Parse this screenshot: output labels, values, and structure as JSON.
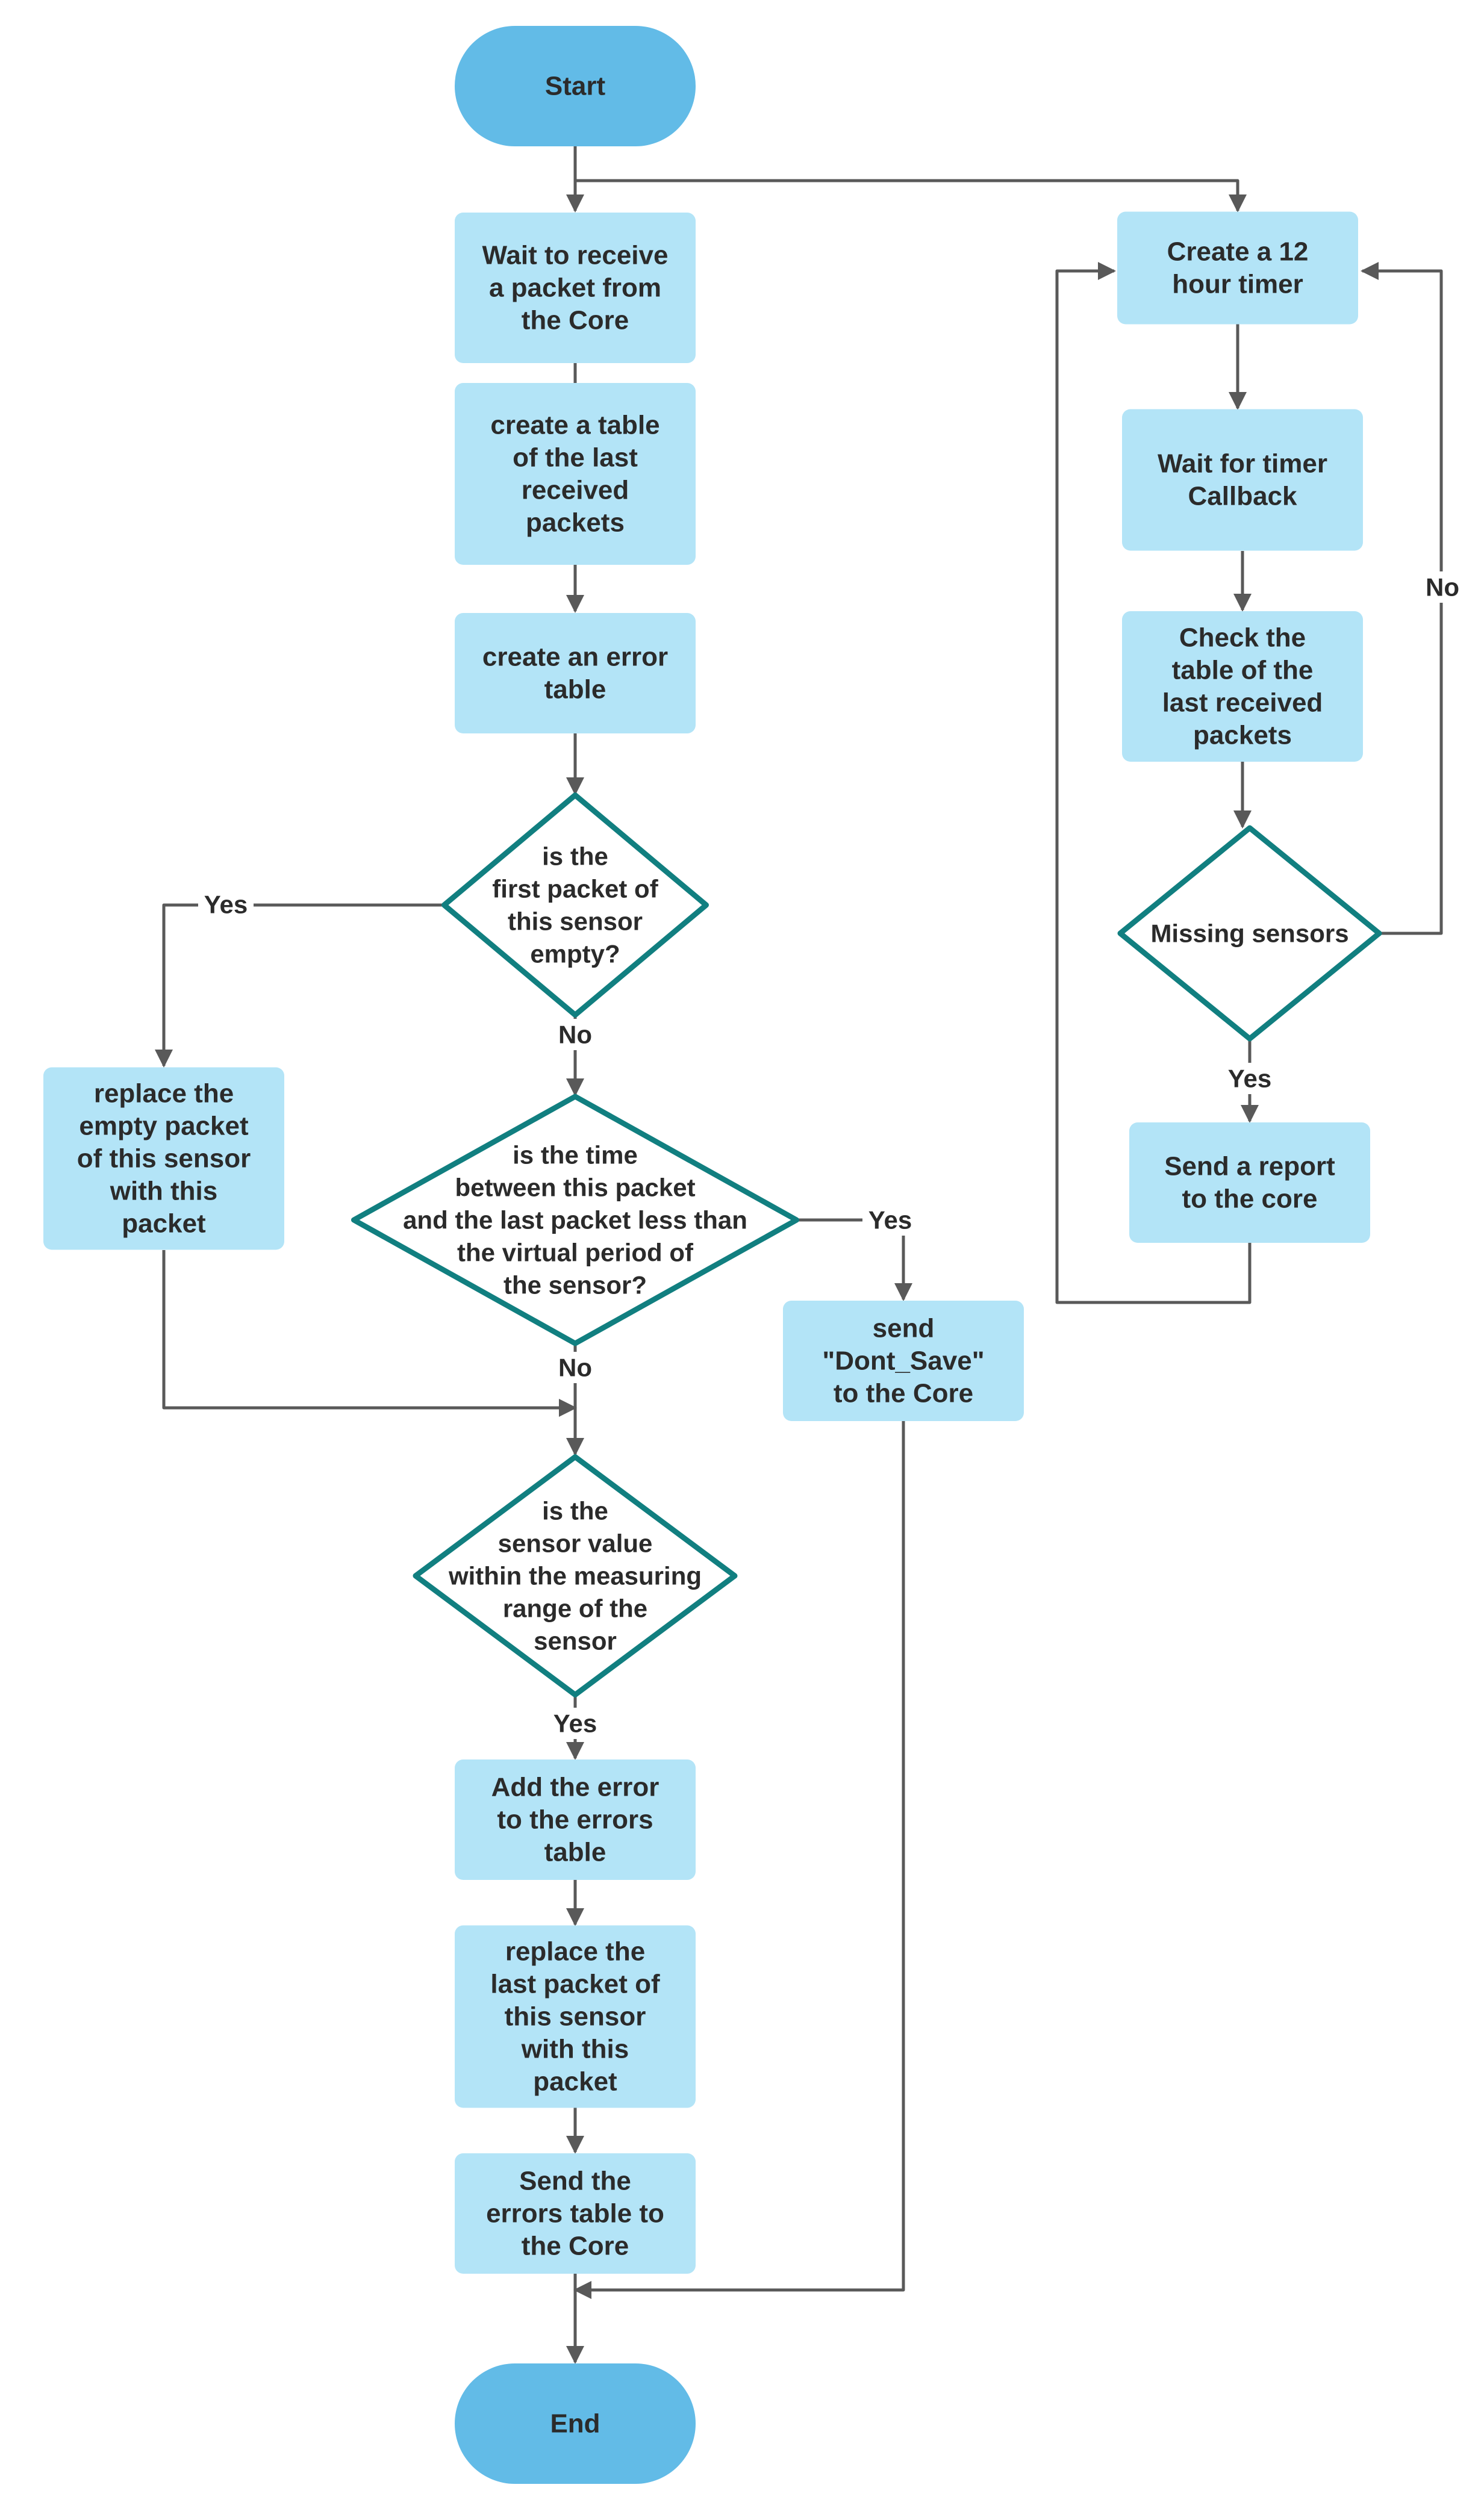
{
  "colors": {
    "terminal_fill": "#62bbe7",
    "process_fill": "#b3e4f7",
    "decision_stroke": "#117f80",
    "connector": "#595959",
    "text": "#2b2b2b"
  },
  "nodes": [
    {
      "id": "start",
      "shape": "terminal",
      "lines": [
        "Start"
      ]
    },
    {
      "id": "wait-packet",
      "shape": "process",
      "lines": [
        "Wait to receive",
        "a packet from",
        "the Core"
      ]
    },
    {
      "id": "create-table",
      "shape": "process",
      "lines": [
        "create a table",
        "of the last",
        "received",
        "packets"
      ]
    },
    {
      "id": "create-error-table",
      "shape": "process",
      "lines": [
        "create an error",
        "table"
      ]
    },
    {
      "id": "first-empty",
      "shape": "decision",
      "lines": [
        "is the",
        "first packet of",
        "this sensor",
        "empty?"
      ]
    },
    {
      "id": "replace-empty",
      "shape": "process",
      "lines": [
        "replace the",
        "empty  packet",
        "of this sensor",
        "with this",
        "packet"
      ]
    },
    {
      "id": "time-check",
      "shape": "decision",
      "lines": [
        "is the time",
        "between this packet",
        "and the last packet less than",
        "the virtual period of",
        "the sensor?"
      ]
    },
    {
      "id": "send-dont-save",
      "shape": "process",
      "lines": [
        "send",
        "\"Dont_Save\"",
        "to the Core"
      ]
    },
    {
      "id": "range-check",
      "shape": "decision",
      "lines": [
        "is the",
        "sensor value",
        "within the measuring",
        "range of the",
        "sensor"
      ]
    },
    {
      "id": "add-error",
      "shape": "process",
      "lines": [
        "Add the error",
        "to the errors",
        "table"
      ]
    },
    {
      "id": "replace-last",
      "shape": "process",
      "lines": [
        "replace the",
        "last packet of",
        "this sensor",
        "with this",
        "packet"
      ]
    },
    {
      "id": "send-errors",
      "shape": "process",
      "lines": [
        "Send the",
        "errors table  to",
        "the Core"
      ]
    },
    {
      "id": "end",
      "shape": "terminal",
      "lines": [
        "End"
      ]
    },
    {
      "id": "create-timer",
      "shape": "process",
      "lines": [
        "Create a 12",
        "hour timer"
      ]
    },
    {
      "id": "wait-timer",
      "shape": "process",
      "lines": [
        "Wait for timer",
        "Callback"
      ]
    },
    {
      "id": "check-table",
      "shape": "process",
      "lines": [
        "Check  the",
        "table of the",
        "last received",
        "packets"
      ]
    },
    {
      "id": "missing-sensors",
      "shape": "decision",
      "lines": [
        "Missing sensors"
      ]
    },
    {
      "id": "send-report",
      "shape": "process",
      "lines": [
        "Send a report",
        "to the core"
      ]
    }
  ],
  "edge_labels": [
    {
      "id": "first-empty-yes",
      "text": "Yes"
    },
    {
      "id": "first-empty-no",
      "text": "No"
    },
    {
      "id": "time-check-yes",
      "text": "Yes"
    },
    {
      "id": "time-check-no",
      "text": "No"
    },
    {
      "id": "range-check-yes",
      "text": "Yes"
    },
    {
      "id": "missing-yes",
      "text": "Yes"
    },
    {
      "id": "missing-no",
      "text": "No"
    }
  ]
}
